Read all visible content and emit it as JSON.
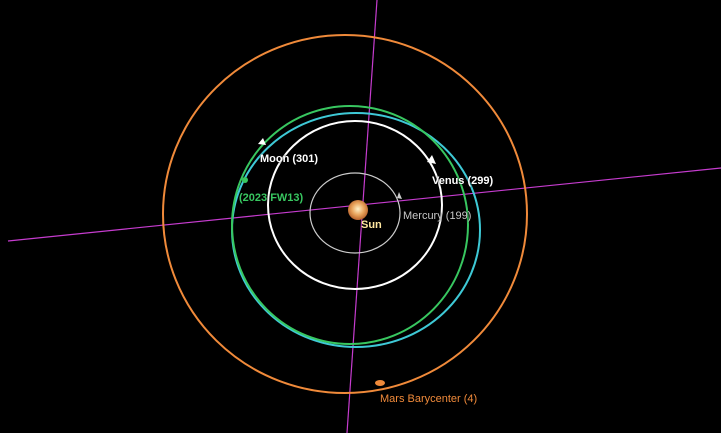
{
  "scene": {
    "background": "#000000",
    "colors": {
      "ecliptic_axis": "#c63ccf",
      "earth_orbit": "#3ec9d6",
      "moon_orbit": "#ffffff",
      "venus_orbit": "#ffffff",
      "mercury_orbit": "#cccccc",
      "asteroid_orbit": "#38c760",
      "mars_orbit": "#f08a3a",
      "sun": "#e6a25a"
    }
  },
  "bodies": {
    "sun": {
      "label": "Sun",
      "color": "#ffe7a0",
      "icon": "sun-icon"
    },
    "mercury": {
      "label": "Mercury (199)",
      "color": "#c8c8c8",
      "icon": "planet-marker-icon"
    },
    "venus": {
      "label": "Venus (299)",
      "color": "#ffffff",
      "icon": "planet-marker-icon"
    },
    "moon": {
      "label": "Moon (301)",
      "color": "#ffffff",
      "icon": "planet-marker-icon"
    },
    "asteroid": {
      "label": "(2023 FW13)",
      "color": "#38c760",
      "icon": "asteroid-marker-icon"
    },
    "mars": {
      "label": "Mars Barycenter (4)",
      "color": "#f08a3a",
      "icon": "planet-marker-icon"
    }
  }
}
